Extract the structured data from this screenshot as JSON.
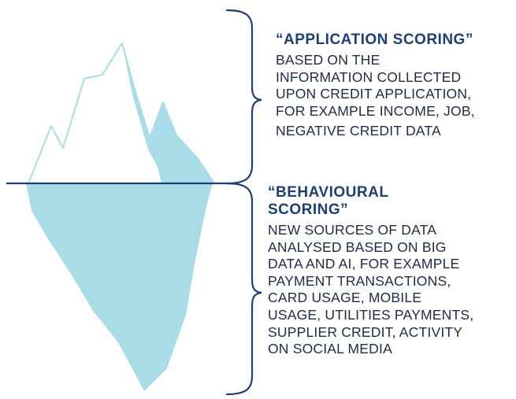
{
  "colors": {
    "ice": "#a8dde7",
    "outline": "#1e3f73",
    "heading": "#1e3f73",
    "text": "#1f2a44",
    "background": "#ffffff"
  },
  "above_water": {
    "heading": "“APPLICATION SCORING”",
    "lines": [
      "BASED ON THE",
      "INFORMATION COLLECTED",
      "UPON CREDIT APPLICATION,",
      "FOR EXAMPLE INCOME, JOB,",
      "NEGATIVE CREDIT DATA"
    ]
  },
  "below_water": {
    "heading_lines": [
      "“BEHAVIOURAL",
      "SCORING”"
    ],
    "lines": [
      "NEW SOURCES OF DATA",
      "ANALYSED BASED ON BIG",
      "DATA AND AI, FOR EXAMPLE",
      "PAYMENT TRANSACTIONS,",
      "CARD USAGE, MOBILE",
      "USAGE, UTILITIES PAYMENTS,",
      "SUPPLIER CREDIT, ACTIVITY",
      "ON SOCIAL MEDIA"
    ]
  }
}
